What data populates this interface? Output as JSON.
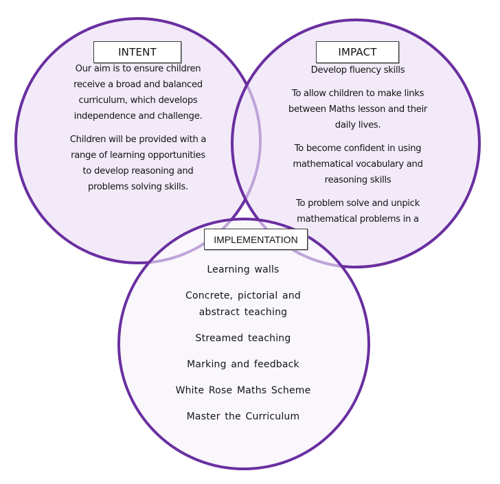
{
  "colors": {
    "circle_stroke": "#6a2fa0",
    "circle_fill_top": "#f1e8f7",
    "circle_fill_bottom": "#f9f6fc",
    "faint_stroke": "#bfa3d9",
    "label_border": "#3a3a3a"
  },
  "intent": {
    "title": "INTENT",
    "paragraphs": [
      [
        "Our aim is to ensure children",
        "receive a broad and balanced",
        "curriculum, which develops",
        "independence and challenge."
      ],
      [
        "Children will be provided with a",
        "range of learning opportunities",
        "to develop reasoning and",
        "problems solving skills."
      ]
    ]
  },
  "impact": {
    "title": "IMPACT",
    "paragraphs": [
      [
        "Develop fluency skills"
      ],
      [
        "To allow children to make links",
        "between Maths lesson and their",
        "daily lives."
      ],
      [
        "To become confident in using",
        "mathematical vocabulary and",
        "reasoning skills"
      ],
      [
        "To problem solve and unpick",
        "mathematical problems in a"
      ]
    ]
  },
  "implementation": {
    "title": "IMPLEMENTATION",
    "paragraphs": [
      [
        "Learning walls"
      ],
      [
        "Concrete, pictorial and",
        "abstract teaching"
      ],
      [
        "Streamed teaching"
      ],
      [
        "Marking and feedback"
      ],
      [
        "White Rose Maths Scheme"
      ],
      [
        "Master the Curriculum"
      ]
    ]
  }
}
